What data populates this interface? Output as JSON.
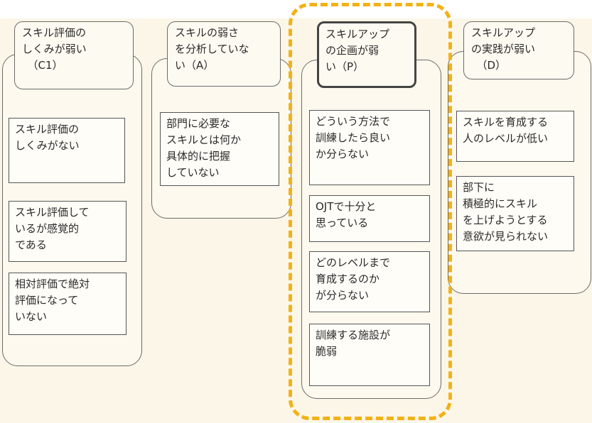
{
  "columns": [
    {
      "heading": "スキル評価の\nしくみが弱い\n　（C1）",
      "boxes": [
        "スキル評価の\nしくみがない",
        "スキル評価して\nいるが感覚的\nである",
        "相対評価で絶対\n評価になって\nいない"
      ]
    },
    {
      "heading": "スキルの弱さ\nを分析していな\nい（A）",
      "boxes": [
        "部門に必要な\nスキルとは何か\n具体的に把握\nしていない"
      ]
    },
    {
      "heading": "スキルアップ\nの企画が弱\nい（P）",
      "boxes": [
        "どういう方法で\n訓練したら良い\nか分らない",
        "OJTで十分と\n思っている",
        "どのレベルまで\n育成するのか\nが分らない",
        "訓練する施設が\n脆弱"
      ]
    },
    {
      "heading": "スキルアップ\nの実践が弱い\n　（D）",
      "boxes": [
        "スキルを育成する\n人のレベルが低い",
        "部下に\n積極的にスキル\nを上げようとする\n意欲が見られない"
      ]
    }
  ],
  "colors": {
    "highlight": "#f2b216",
    "paper": "#fbf6e8"
  }
}
